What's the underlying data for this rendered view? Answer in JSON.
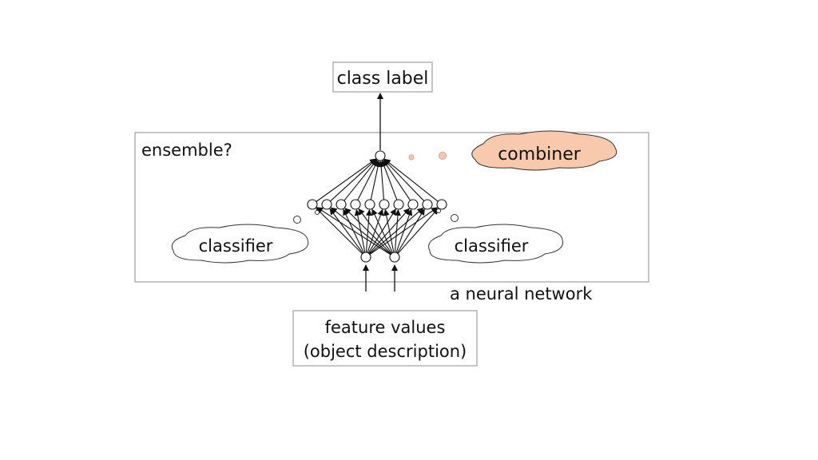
{
  "labels": {
    "output": "class label",
    "ensemble": "ensemble?",
    "combiner": "combiner",
    "classifier_left": "classifier",
    "classifier_right": "classifier",
    "network": "a neural network",
    "input_line1": "feature values",
    "input_line2": "(object description)"
  },
  "colors": {
    "combiner_fill": "#f8c9ad",
    "ink": "#111111",
    "box_border": "#a0a0a0"
  },
  "network": {
    "hidden_count": 10,
    "input_count": 2,
    "output_count": 1
  }
}
